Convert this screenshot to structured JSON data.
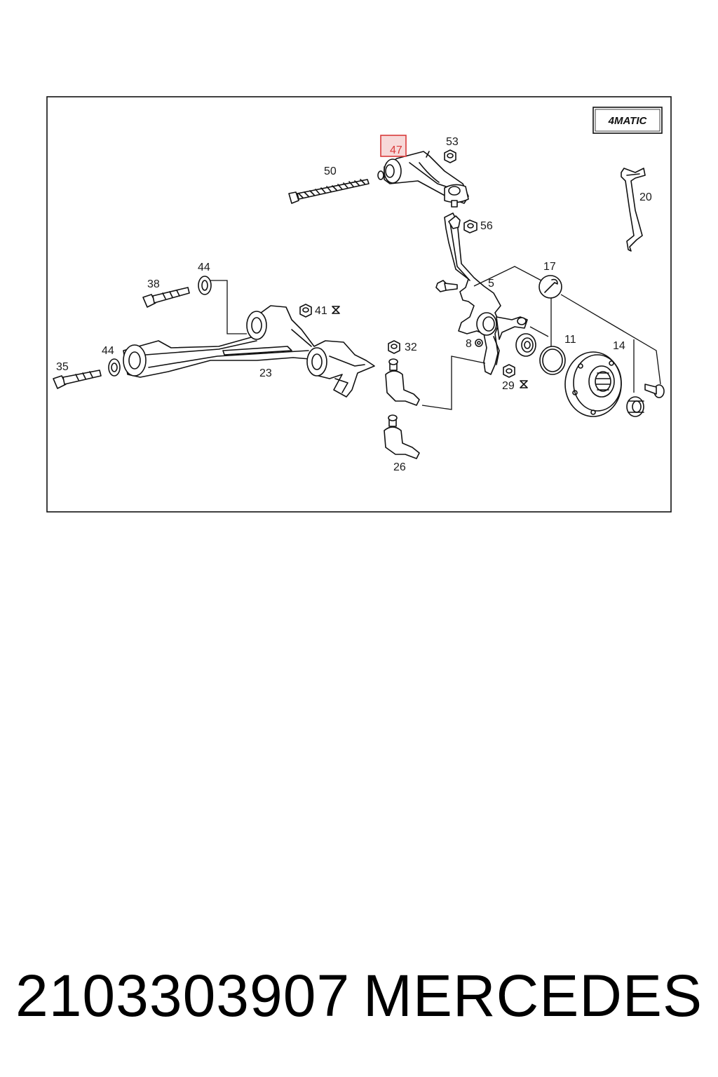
{
  "diagram": {
    "badge": "4MATIC",
    "highlighted_part": "47",
    "highlight_color": "#d93a3a",
    "highlight_fill": "#f7d9d9",
    "callouts": {
      "c47": "47",
      "c53": "53",
      "c50": "50",
      "c20": "20",
      "c56": "56",
      "c44a": "44",
      "c38": "38",
      "c41": "41",
      "c17": "17",
      "c5": "5",
      "c32": "32",
      "c8": "8",
      "c11": "11",
      "c14": "14",
      "c44b": "44",
      "c35": "35",
      "c23": "23",
      "c29": "29",
      "c26": "26"
    }
  },
  "footer": {
    "part_number": "2103303907",
    "brand": "MERCEDES"
  }
}
